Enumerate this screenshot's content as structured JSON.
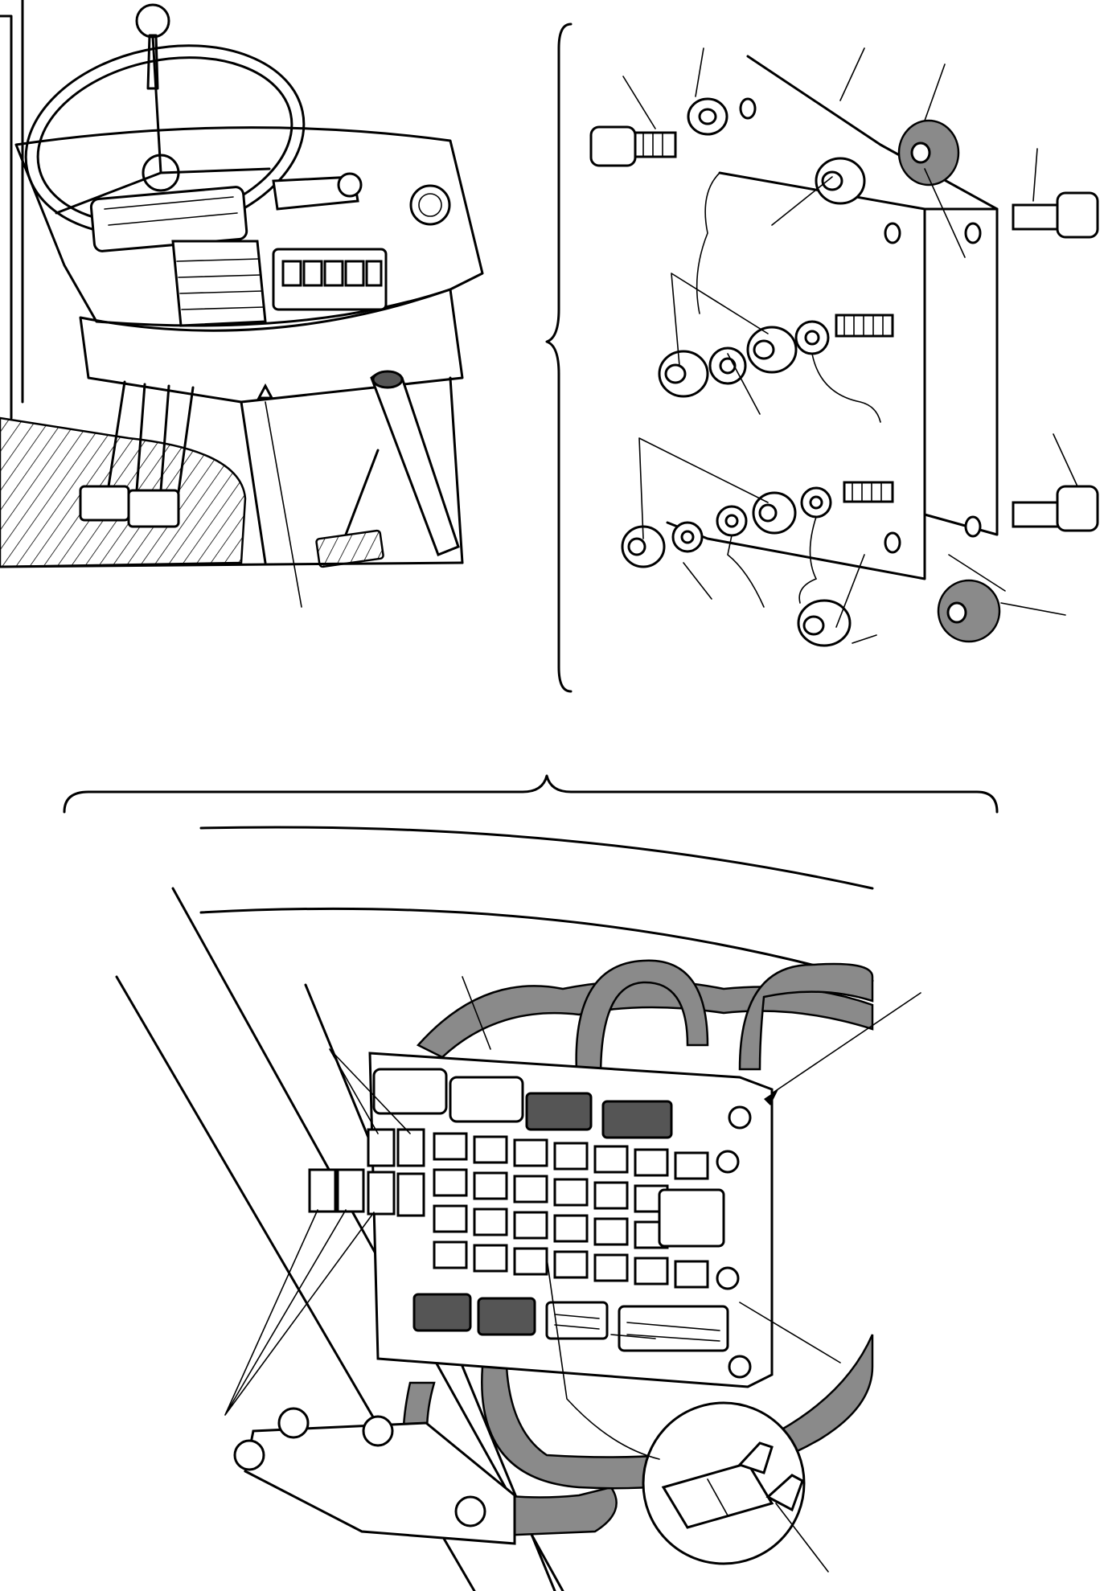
{
  "figure": {
    "panels": [
      {
        "id": "cab-dashboard"
      },
      {
        "id": "control-unit-mounting-exploded"
      },
      {
        "id": "fuse-relay-box"
      }
    ],
    "fill_color": "#8a8a8a",
    "line_color": "#000000",
    "background": "#ffffff"
  }
}
